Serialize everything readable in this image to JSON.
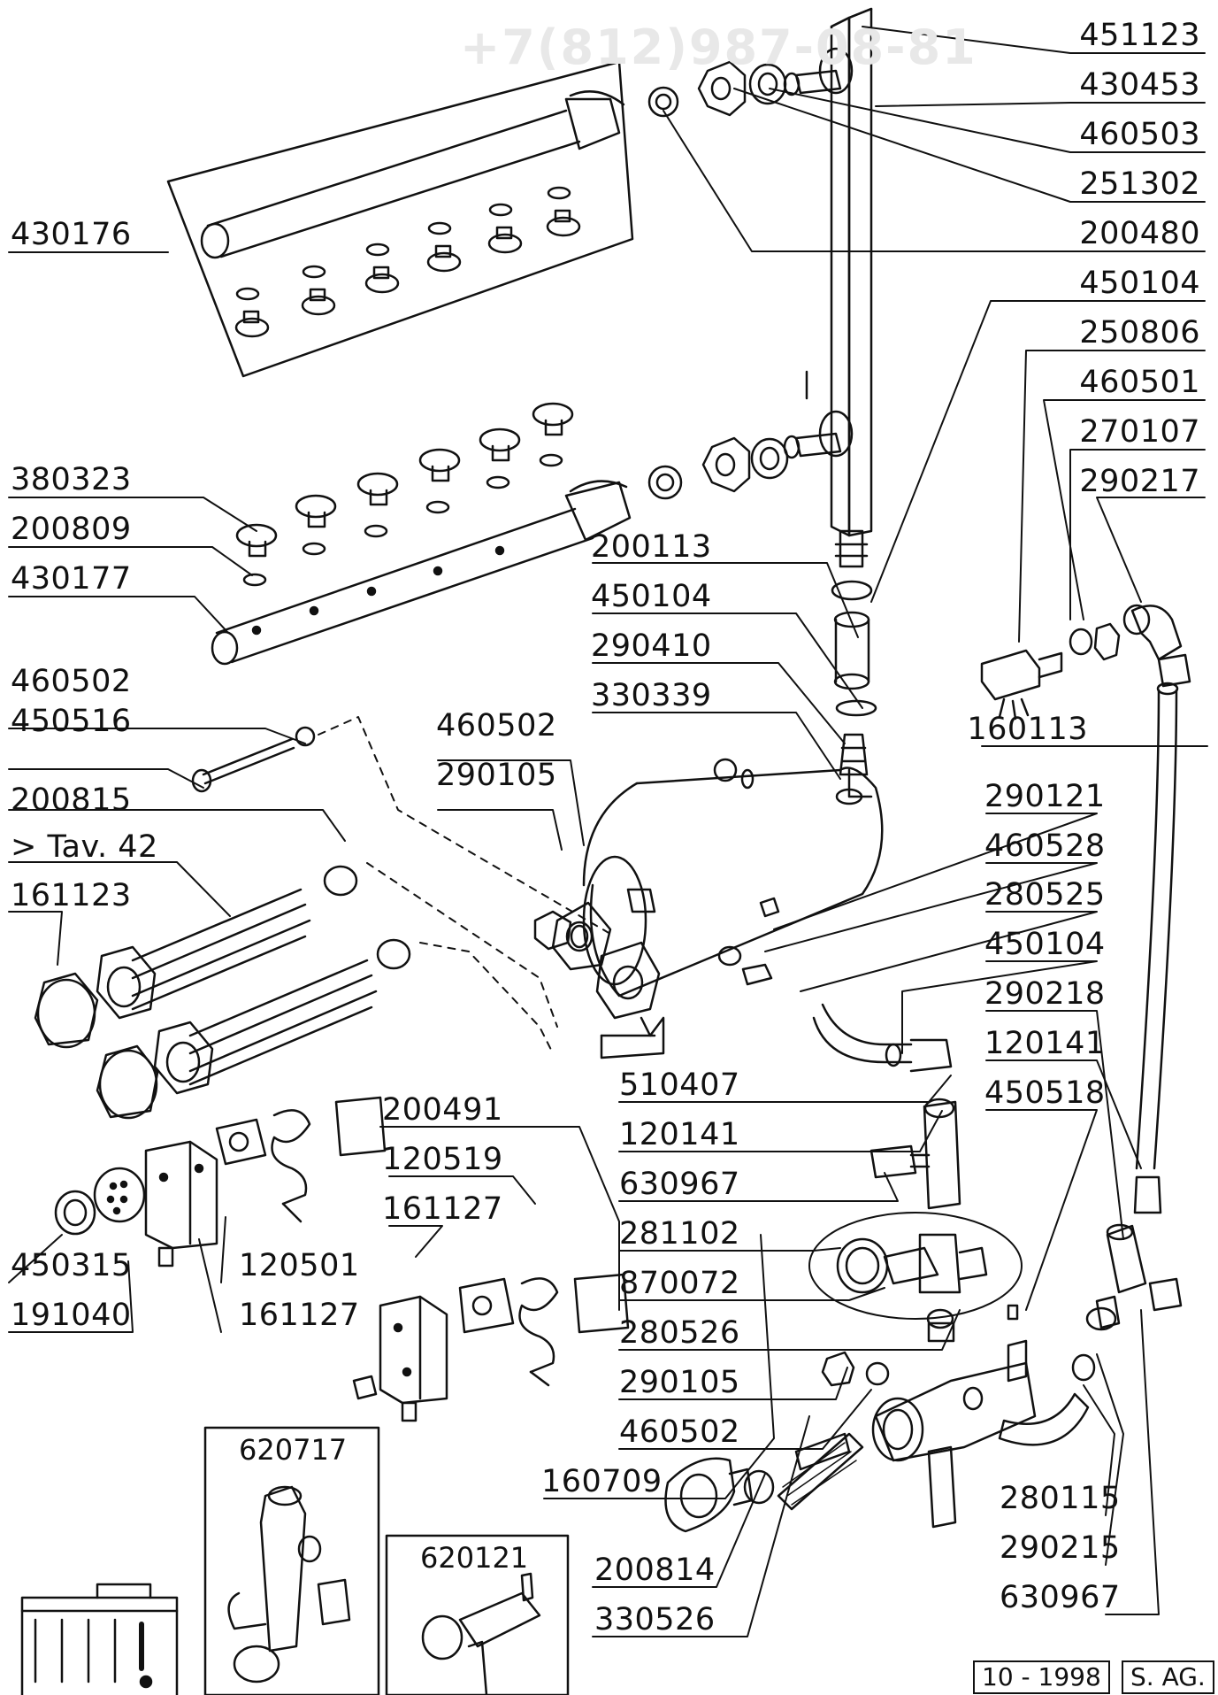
{
  "watermark": "+7(812)987-08-81",
  "labels": {
    "p451123": "451123",
    "p430453": "430453",
    "p460503": "460503",
    "p251302": "251302",
    "p200480": "200480",
    "p450104a": "450104",
    "p250806": "250806",
    "p460501": "460501",
    "p270107": "270107",
    "p290217": "290217",
    "p430176": "430176",
    "p380323": "380323",
    "p200809": "200809",
    "p430177": "430177",
    "p200113": "200113",
    "p450104b": "450104",
    "p290410": "290410",
    "p330339": "330339",
    "p460502a": "460502",
    "p450516": "450516",
    "p460502b": "460502",
    "p290105a": "290105",
    "p160113": "160113",
    "p290121": "290121",
    "p460528": "460528",
    "p280525": "280525",
    "p450104c": "450104",
    "p290218": "290218",
    "p120141a": "120141",
    "p450518": "450518",
    "p200815": "200815",
    "pTav42": "> Tav. 42",
    "p161123": "161123",
    "p510407": "510407",
    "p120141b": "120141",
    "p630967a": "630967",
    "p200491": "200491",
    "p120519": "120519",
    "p161127a": "161127",
    "p281102": "281102",
    "p870072": "870072",
    "p280526": "280526",
    "p290105b": "290105",
    "p460502c": "460502",
    "p120501": "120501",
    "p161127b": "161127",
    "p450315": "450315",
    "p191040": "191040",
    "p620717": "620717",
    "p620121": "620121",
    "p160709": "160709",
    "p200814": "200814",
    "p330526": "330526",
    "p280115": "280115",
    "p290215": "290215",
    "p630967b": "630967"
  },
  "footer": {
    "date": "10 - 1998",
    "author": "S. AG."
  }
}
